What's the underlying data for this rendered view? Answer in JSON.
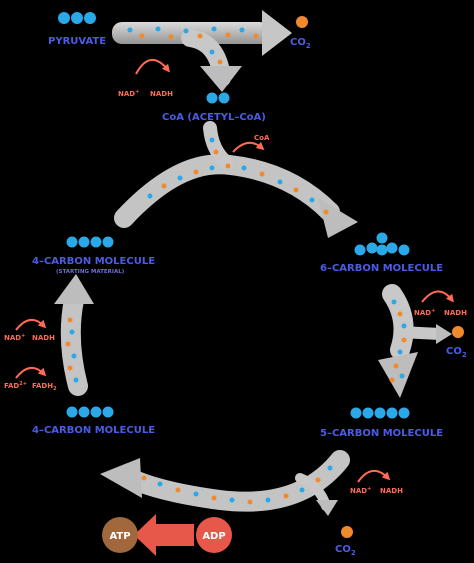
{
  "labels": {
    "pyruvate": "PYRUVATE",
    "co2_top": "CO",
    "co2_top_sub": "2",
    "nad_top": "NAD",
    "nad_top_sup": "+",
    "nadh_top": "NADH",
    "acetyl_coa": "CoA (ACETYL–CoA)",
    "coa_out": "CoA",
    "six_carbon": "6–CARBON MOLECULE",
    "four_carbon_start": "4–CARBON MOLECULE",
    "starting_material": "(STARTING MATERIAL)",
    "nad_right": "NAD",
    "nad_right_sup": "+",
    "nadh_right": "NADH",
    "co2_right": "CO",
    "co2_right_sub": "2",
    "five_carbon": "5–CARBON MOLECULE",
    "four_carbon_left": "4–CARBON MOLECULE",
    "nad_left": "NAD",
    "nad_left_sup": "+",
    "nadh_left": "NADH",
    "fad_left": "FAD",
    "fad_left_sup": "2+",
    "fadh_left": "FADH",
    "fadh_left_sub": "2",
    "nad_bottom": "NAD",
    "nad_bottom_sup": "+",
    "nadh_bottom": "NADH",
    "co2_bottom": "CO",
    "co2_bottom_sub": "2",
    "atp": "ATP",
    "adp": "ADP"
  },
  "colors": {
    "background": "#000000",
    "carbon_blue": "#2aa8e8",
    "oxygen_orange": "#f08a2c",
    "arrow_gray": "#c9c9c9",
    "label_blue": "#4a5ce6",
    "label_red": "#ff6b55",
    "atp_brown": "#a0683c",
    "adp_red": "#e8584a"
  }
}
